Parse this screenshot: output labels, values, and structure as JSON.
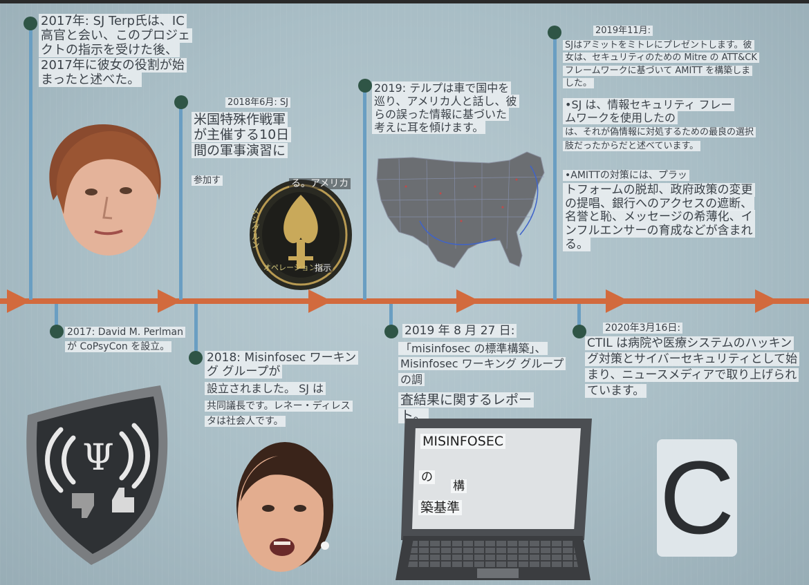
{
  "timeline": {
    "e2017_terp": "2017年: SJ Terp氏は、IC高官と会い、このプロジェクトの指示を受けた後、2017年に彼女の役割が始まったと述べた。",
    "e2017_perlman": "2017: David M. Perlman が CoPsyCon を設立。",
    "e2018_june_title": "2018年6月: SJ",
    "e2018_june_body": "米国特殊作戦軍が主催する10日間の軍事演習に",
    "e2018_june_tail": "参加す",
    "e2018_misinfosec": "2018: Misinfosec ワーキング グループが",
    "e2018_misinfosec_2": "設立されました。 SJ は",
    "e2018_misinfosec_3": "共同議長です。レネー・ディレスタは社会人です。",
    "e2019_telp": "2019: テルプは車で国中を巡り、アメリカ人と話し、彼らの誤った情報に基づいた考えに耳を傾けます。",
    "e2019_aug_title": "2019 年 8 月 27 日:",
    "e2019_aug_body": "「misinfosec の標準構築」、Misinfosec ワーキング グループの調",
    "e2019_aug_body2": "査結果に関するレポート。",
    "e2019_nov_title": "2019年11月:",
    "e2019_nov_p1": "SJはアミットをミトレにプレゼントします。彼女は、セキュリティのための Mitre の ATT&CK フレームワークに基づいて AMITT を構築しました。",
    "e2019_nov_p2a": "•SJ は、情報セキュリティ フレームワークを使用したの",
    "e2019_nov_p2b": "は、それが偽情報に対処するための最良の選択肢だったからだと述べています。",
    "e2019_nov_p3a": "•AMITTの対策には、プラッ",
    "e2019_nov_p3b": "トフォームの脱却、政府政策の変更の提唱、銀行へのアクセスの遮断、名誉と恥、メッセージの希薄化、インフルエンサーの育成などが含まれる。",
    "e2020": "2020年3月16日:",
    "e2020_body": "CTIL は病院や医療システムのハッキング対策とサイバーセキュリティとして始まり、ニュースメディアで取り上げられています。"
  },
  "badge": {
    "top": "る。アメリカ",
    "left": "メシグルン",
    "bottom": "オペレーションズ",
    "right": "指示"
  },
  "laptop": {
    "line1": "MISINFOSEC",
    "line2": "の",
    "line3": "構",
    "line4": "築基準"
  },
  "ctil_logo": "C",
  "colors": {
    "axis": "#d26a3d",
    "stem": "#6a9ec2",
    "dot": "#2f5546"
  }
}
